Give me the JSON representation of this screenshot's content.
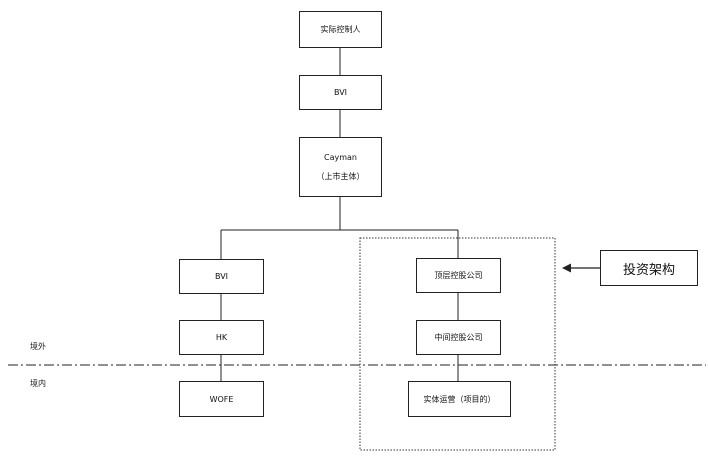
{
  "nodes": {
    "actual_controller": "实际控制人",
    "bvi_top": "BVI",
    "cayman": "Cayman",
    "cayman_sub": "（上市主体）",
    "bvi_left": "BVI",
    "hk": "HK",
    "wofe": "WOFE",
    "top_holding": "顶层控股公司",
    "mid_holding": "中间控股公司",
    "operating_entity": "实体运营（项目的）"
  },
  "annotation": {
    "label": "投资架构"
  },
  "regions": {
    "offshore": "境外",
    "onshore": "境内"
  }
}
